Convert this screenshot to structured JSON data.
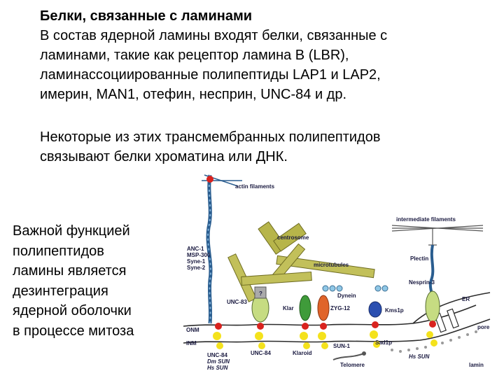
{
  "slide": {
    "title": "Белки, связанные с ламинами",
    "paragraph1_lines": [
      "В состав ядерной ламины входят белки, связанные с",
      "ламинами, такие как рецептор ламина В (LBR),",
      "ламинассоциированные полипептиды LAP1 и LAP2,",
      "имерин, MAN1, отефин, несприн, UNC-84 и др."
    ],
    "paragraph2_lines": [
      "Некоторые из этих трансмембранных полипептидов",
      "связывают белки хроматина или ДНК."
    ],
    "side_lines": [
      "Важной функцией",
      "полипептидов",
      "ламины является",
      "дезинтеграция",
      "ядерной оболочки",
      "в процессе митоза"
    ]
  },
  "figure": {
    "labels": {
      "actin_filaments": "actin filaments",
      "intermediate_filaments": "intermediate filaments",
      "centrosome": "centrosome",
      "microtubules": "microtubules",
      "plectin": "Plectin",
      "anc1_lines": [
        "ANC-1",
        "MSP-300",
        "Syne-1",
        "Syne-2"
      ],
      "unc83": "UNC-83",
      "question": "?",
      "dynein": "Dynein",
      "klar": "Klar",
      "zyg12": "ZYG-12",
      "kms1p": "Kms1p",
      "nesprin3": "Nesprin-3",
      "er": "ER",
      "onm": "ONM",
      "inm": "INM",
      "pore": "pore",
      "sad1p": "Sad1p",
      "klaroid": "Klaroid",
      "sun1": "SUN-1",
      "unc84_mid": "UNC-84",
      "unc84_left": "UNC-84",
      "dm_sun": "Dm SUN",
      "hs_sun_left": "Hs SUN",
      "hs_sun_right": "Hs SUN",
      "telomere": "Telomere",
      "lamin": "lamin"
    },
    "colors": {
      "actin": "#2a5d8f",
      "microtubule": "#b7b54a",
      "membrane": "#2b2b2b",
      "sun_yellow": "#f4e21c",
      "kash_red": "#d9231f",
      "green": "#3f9b3a",
      "orange": "#e0642a",
      "blue": "#2b4fb0",
      "pale_green": "#c6dc82"
    }
  }
}
